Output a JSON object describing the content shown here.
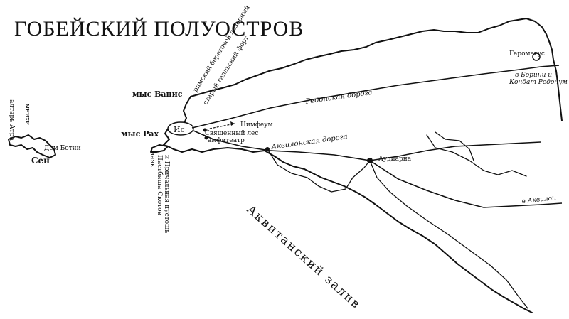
{
  "map": {
    "title": "ГОБЕЙСКИЙ ПОЛУОСТРОВ",
    "capes": {
      "vanis": "мыс Ванис",
      "rah": "мыс Рах"
    },
    "island": {
      "name": "Сен",
      "altar": "алтарь Атра",
      "mnihy": "мнихи",
      "dom_botiya": "Дом Ботии"
    },
    "towns": {
      "is": "Ис",
      "garomagus": "Гаромагус",
      "audiarna": "Аудиарна"
    },
    "roads": {
      "redonskaya": "Редонская дорога",
      "akvilonskaya": "Аквилонская дорога",
      "to_borinyi": "в Борини и",
      "kondat": "Кондат Редонум",
      "to_akvilon": "в Аквилон"
    },
    "features": {
      "watchtower": "римский береговой дозорный",
      "fort": "старый галльский форт",
      "nymphaeum": "Нимфеум",
      "forest": "Священный лес",
      "amphitheatre": "амфитеатр",
      "lighthouse": "маяк",
      "meadow": "Пастбища Скотов",
      "reef": "и Причальная пустошь"
    },
    "bay": "Аквитанский залив"
  }
}
